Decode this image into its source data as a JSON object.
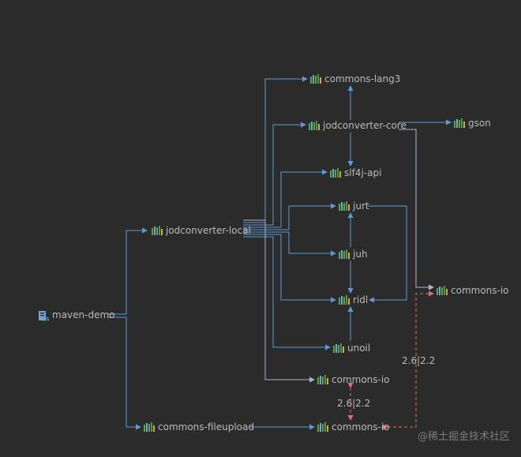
{
  "nodes": {
    "maven_demo": "maven-demo",
    "jodconverter_local": "jodconverter-local",
    "commons_lang3": "commons-lang3",
    "jodconverter_core": "jodconverter-core",
    "gson": "gson",
    "slf4j_api": "slf4j-api",
    "jurt": "jurt",
    "juh": "juh",
    "ridl": "ridl",
    "unoil": "unoil",
    "commons_io_right": "commons-io",
    "commons_io_mid": "commons-io",
    "commons_io_bottom": "commons-io",
    "commons_fileupload": "commons-fileupload"
  },
  "conflict_labels": {
    "right": "2.6|2.2",
    "bottom": "2.6|2.2"
  },
  "watermark": "@稀土掘金技术社区",
  "colors": {
    "background": "#2b2b2b",
    "edge": "#5b9bd5",
    "edge_gray": "#a9b7c6",
    "conflict": "#e06c6c",
    "text": "#bbbbbb"
  },
  "icons": {
    "module": "maven-module-icon",
    "library": "library-icon"
  }
}
